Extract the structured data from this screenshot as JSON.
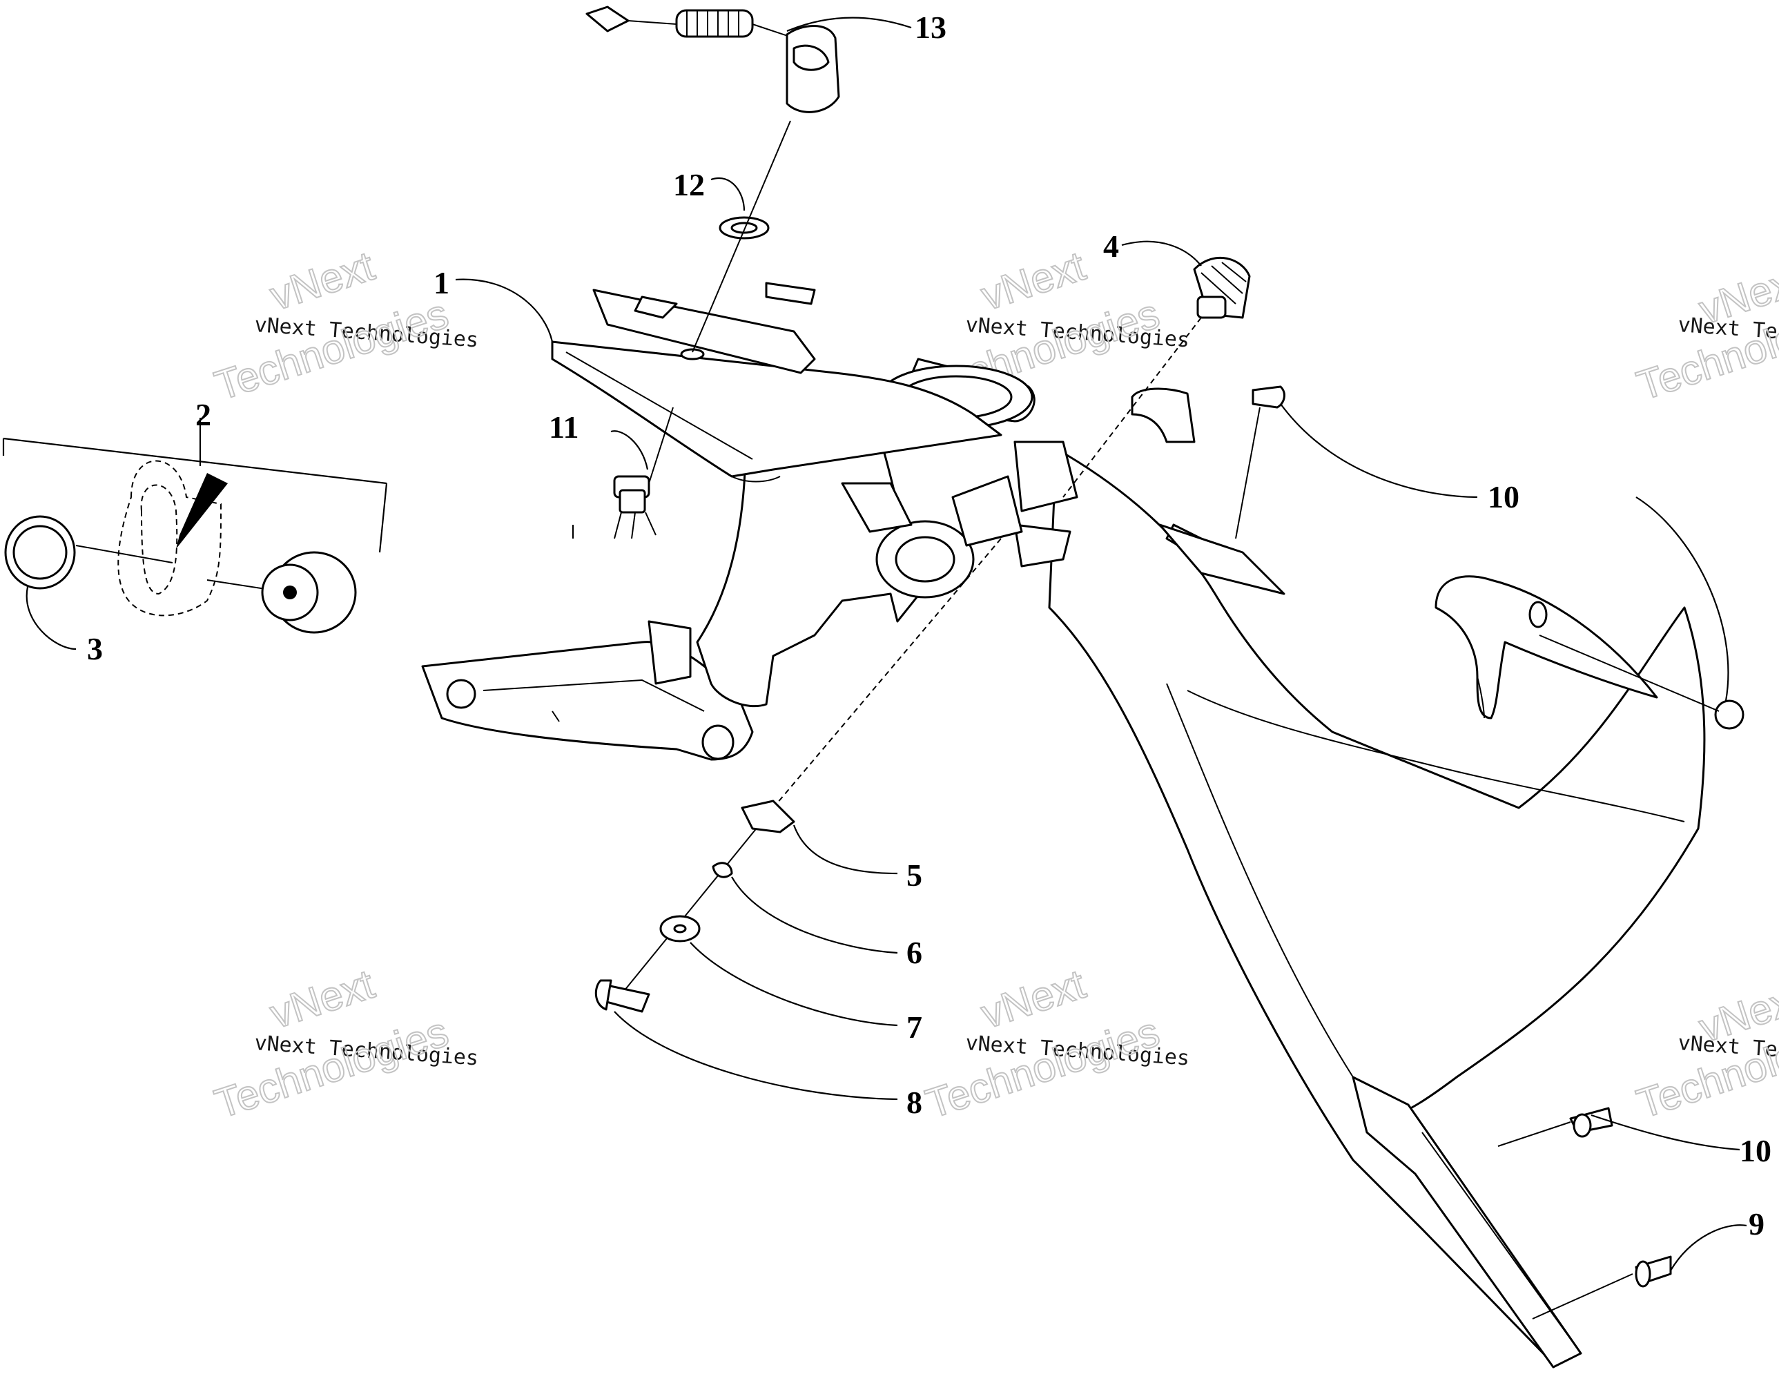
{
  "callouts": {
    "c1": "1",
    "c2": "2",
    "c3": "3",
    "c4": "4",
    "c5": "5",
    "c6": "6",
    "c7": "7",
    "c8": "8",
    "c9": "9",
    "c10a": "10",
    "c10b": "10",
    "c11": "11",
    "c12": "12",
    "c13": "13"
  },
  "watermark": {
    "brand": "vNext",
    "company": "vNext Technologies",
    "word": "Technologies"
  }
}
